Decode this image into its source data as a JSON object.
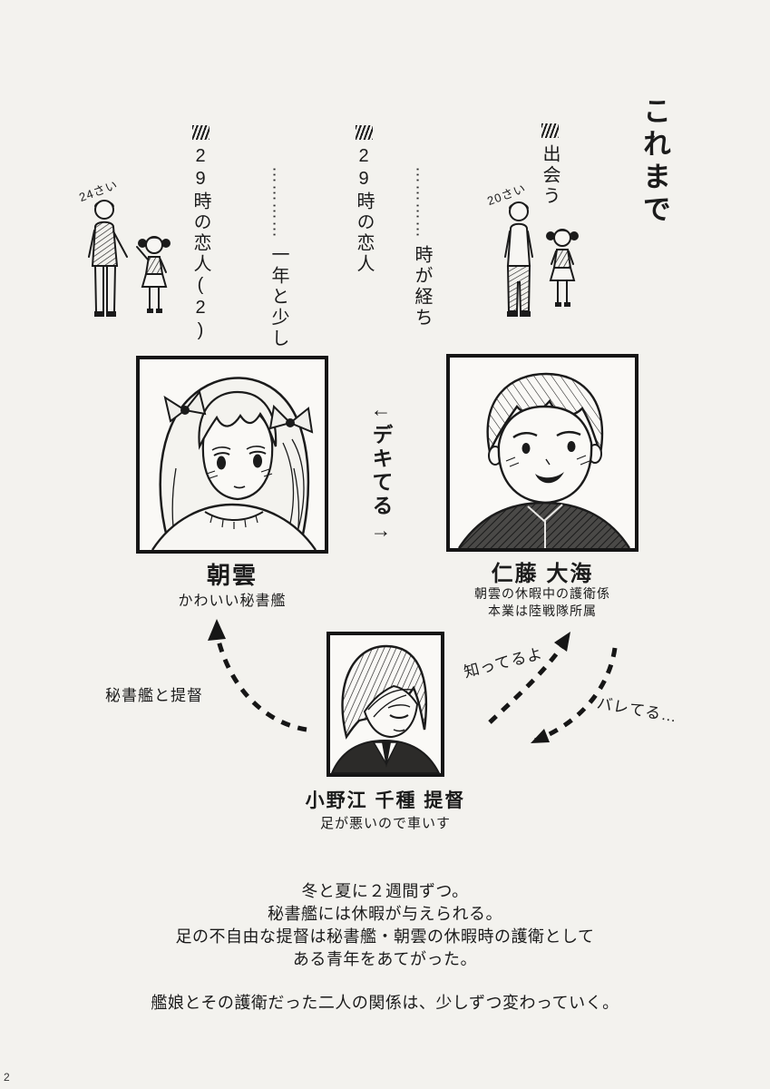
{
  "page": {
    "title": "これまで",
    "number": "2",
    "ink_color": "#1b1b1b",
    "paper_color": "#f3f2ee"
  },
  "timeline": {
    "meet": {
      "label": "出会う",
      "age_note": "20さい"
    },
    "time_passes": {
      "dots": "…………",
      "label": "時が経ち"
    },
    "work1": {
      "label": "29時の恋人"
    },
    "interval": {
      "dots": "…………",
      "label": "一年と少し"
    },
    "work2": {
      "label": "29時の恋人(2)",
      "age_note": "24さい"
    }
  },
  "characters": {
    "asagumo": {
      "name": "朝雲",
      "role": "かわいい秘書艦"
    },
    "nitou": {
      "name": "仁藤 大海",
      "role_line1": "朝雲の休暇中の護衛係",
      "role_line2": "本業は陸戦隊所属"
    },
    "admiral": {
      "name": "小野江 千種 提督",
      "role": "足が悪いので車いす"
    }
  },
  "relations": {
    "couple": "←デキてる→",
    "admiral_secretary": "秘書艦と提督",
    "knows": "知ってるよ",
    "busted": "バレてる…"
  },
  "summary": {
    "lines": [
      "冬と夏に２週間ずつ。",
      "秘書艦には休暇が与えられる。",
      "足の不自由な提督は秘書艦・朝雲の休暇時の護衛として",
      "ある青年をあてがった。"
    ],
    "closing": "艦娘とその護衛だった二人の関係は、少しずつ変わっていく。"
  }
}
